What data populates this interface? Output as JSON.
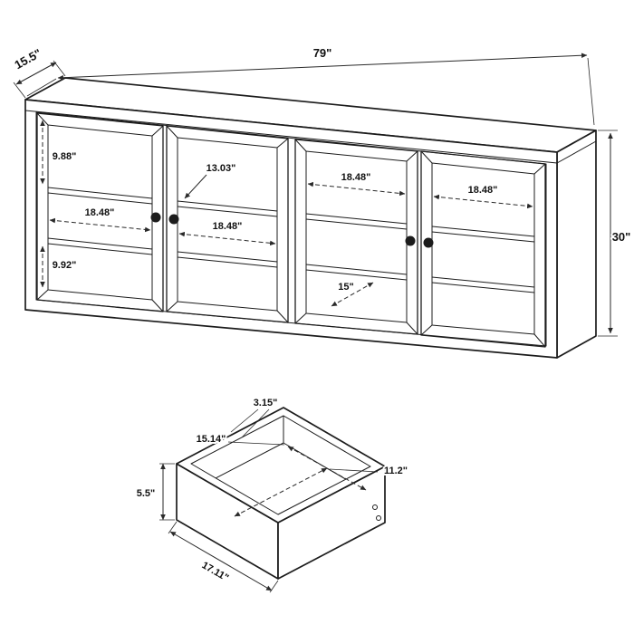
{
  "cabinet": {
    "labels": {
      "width": "79\"",
      "depth": "15.5\"",
      "height": "30\"",
      "upper_left_opening_height": "9.88\"",
      "shelf_depth": "13.03\"",
      "opening1_width": "18.48\"",
      "opening2_width": "18.48\"",
      "opening3_width": "18.48\"",
      "opening4_width": "18.48\"",
      "lower_left_opening_height": "9.92\"",
      "interior_depth": "15\""
    }
  },
  "drawer": {
    "labels": {
      "wall_thickness": "3.15\"",
      "interior_width": "15.14\"",
      "interior_depth": "11.2\"",
      "height": "5.5\"",
      "width": "17.11\""
    }
  },
  "colors": {
    "line": "#1c1c1c",
    "dimension": "#2a2a2a",
    "background": "#ffffff"
  }
}
